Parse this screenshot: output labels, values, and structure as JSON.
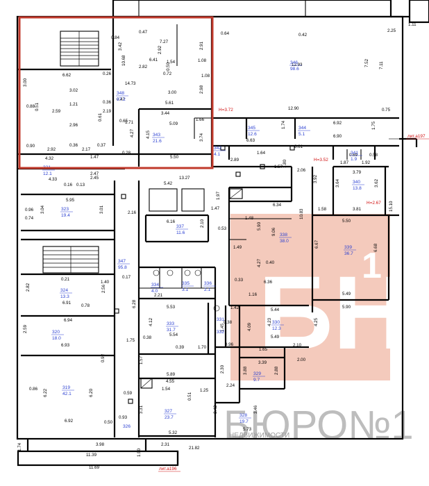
{
  "watermark": {
    "logo_letters": "БН",
    "logo_superscript": "1",
    "brand_line1": "БЮРО№1",
    "brand_line2": "НЕДВИЖИМОСТИ",
    "color": "#f0b8a6"
  },
  "highlight": {
    "color": "#c0392b"
  },
  "rooms": [
    {
      "no": "346",
      "area": "98.6"
    },
    {
      "no": "348",
      "area": "97.2"
    },
    {
      "no": "343",
      "area": "21.6"
    },
    {
      "no": "345",
      "area": "12.6"
    },
    {
      "no": "344",
      "area": "5.1"
    },
    {
      "no": "342",
      "area": "4.1"
    },
    {
      "no": "341",
      "area": "1.9"
    },
    {
      "no": "321",
      "area": "12.1"
    },
    {
      "no": "323",
      "area": "19.4"
    },
    {
      "no": "337",
      "area": "11.6"
    },
    {
      "no": "338",
      "area": "38.0"
    },
    {
      "no": "339",
      "area": "36.7"
    },
    {
      "no": "340",
      "area": "13.8"
    },
    {
      "no": "347",
      "area": "95.8"
    },
    {
      "no": "324",
      "area": "13.3"
    },
    {
      "no": "320",
      "area": "18.0"
    },
    {
      "no": "334",
      "area": "4.0"
    },
    {
      "no": "335",
      "area": "3.1"
    },
    {
      "no": "336",
      "area": "2.1"
    },
    {
      "no": "333",
      "area": "31.7"
    },
    {
      "no": "330",
      "area": "12.3"
    },
    {
      "no": "331",
      "area": ""
    },
    {
      "no": "332",
      "area": ""
    },
    {
      "no": "319",
      "area": "42.1"
    },
    {
      "no": "329",
      "area": "9.7"
    },
    {
      "no": "327",
      "area": "23.7"
    },
    {
      "no": "328",
      "area": "19.7"
    },
    {
      "no": "326",
      "area": ""
    }
  ],
  "marks": {
    "h1": "H=3.72",
    "h2": "H=3.52",
    "h3": "H=2.67",
    "lit1": "лит.а197",
    "lit2": "лит.а196"
  },
  "dims": [
    "6.62",
    "3.02",
    "2.59",
    "1.21",
    "2.96",
    "0.88",
    "0.51",
    "3.00",
    "0.90",
    "2.92",
    "0.36",
    "2.17",
    "0.37",
    "4.32",
    "1.47",
    "2.47",
    "2.45",
    "4.33",
    "0.16",
    "0.13",
    "0.84",
    "0.47",
    "7.27",
    "3.42",
    "10.68",
    "2.92",
    "6.41",
    "2.82",
    "1.54",
    "0.50",
    "0.72",
    "2.91",
    "1.08",
    "14.73",
    "5.61",
    "3.00",
    "2.98",
    "1.08",
    "3.44",
    "1.66",
    "5.09",
    "4.27",
    "4.15",
    "5.50",
    "3.74",
    "1.71",
    "2.19",
    "0.26",
    "0.47",
    "0.36",
    "0.61",
    "0.28",
    "0.65",
    "12.93",
    "7.52",
    "7.11",
    "2.25",
    "1.11",
    "0.64",
    "0.42",
    "12.90",
    "0.75",
    "6.63",
    "6.92",
    "6.90",
    "1.75",
    "1.74",
    "8.61",
    "2.89",
    "1.64",
    "1.57",
    "2.06",
    "1.80",
    "1.87",
    "1.92",
    "0.69",
    "0.58",
    "5.42",
    "13.27",
    "1.48",
    "3.92",
    "3.64",
    "3.79",
    "3.62",
    "3.81",
    "1.58",
    "5.50",
    "15.10",
    "5.95",
    "3.04",
    "3.01",
    "0.96",
    "0.74",
    "2.16",
    "1.97",
    "1.47",
    "6.16",
    "2.10",
    "0.53",
    "6.34",
    "10.83",
    "9.06",
    "5.90",
    "1.49",
    "4.27",
    "0.40",
    "6.36",
    "0.33",
    "1.16",
    "6.67",
    "6.68",
    "5.49",
    "5.90",
    "5.44",
    "4.25",
    "1.40",
    "0.21",
    "2.82",
    "6.91",
    "0.78",
    "2.56",
    "0.17",
    "2.21",
    "6.94",
    "2.59",
    "6.93",
    "1.75",
    "1.70",
    "5.53",
    "4.12",
    "5.54",
    "0.38",
    "0.39",
    "1.45",
    "6.28",
    "4.09",
    "4.23",
    "5.49",
    "2.10",
    "2.00",
    "0.86",
    "6.22",
    "6.20",
    "6.92",
    "0.50",
    "0.92",
    "3.39",
    "3.88",
    "2.88",
    "1.57",
    "4.55",
    "5.89",
    "2.24",
    "1.54",
    "0.51",
    "1.25",
    "3.42",
    "5.32",
    "3.46",
    "5.73",
    "3.98",
    "1.74",
    "11.39",
    "11.69",
    "2.31",
    "21.82",
    "1.90",
    "0.93",
    "0.59",
    "3.31",
    "2.30",
    "0.96",
    "1.42",
    "0.38",
    "1.65"
  ]
}
